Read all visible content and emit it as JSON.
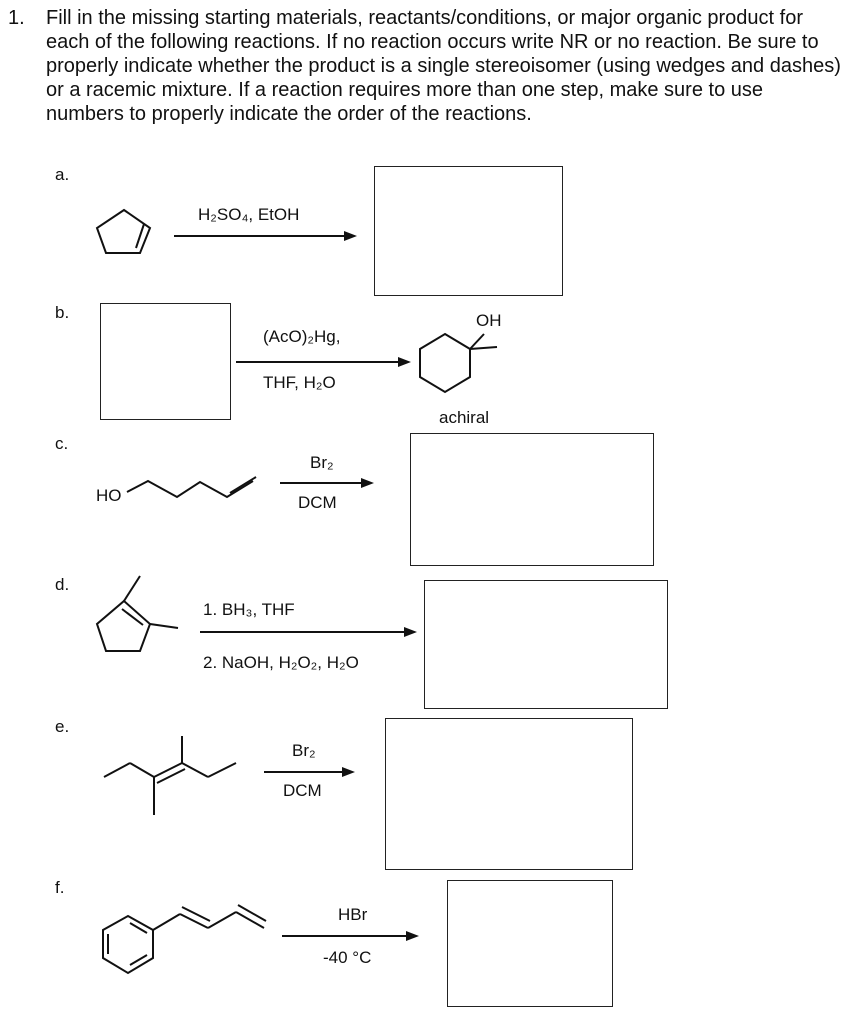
{
  "question": {
    "number": "1.",
    "text": "Fill in the missing starting materials, reactants/conditions, or major organic product for each of the following reactions. If no reaction occurs write NR or no reaction. Be sure to properly indicate whether the product is a single stereoisomer (using wedges and dashes) or a racemic mixture. If a reaction requires more than one step, make sure to use numbers to properly indicate the order of the reactions."
  },
  "parts": {
    "a": {
      "label": "a.",
      "reagent": "H₂SO₄, EtOH"
    },
    "b": {
      "label": "b.",
      "reagent_line1": "(AcO)₂Hg,",
      "reagent_line2": "THF, H₂O",
      "product_group": "OH",
      "product_note": "achiral"
    },
    "c": {
      "label": "c.",
      "reagent_top": "Br₂",
      "reagent_bottom": "DCM",
      "substituent": "HO"
    },
    "d": {
      "label": "d.",
      "step1": "1. BH₃, THF",
      "step2": "2. NaOH, H₂O₂, H₂O"
    },
    "e": {
      "label": "e.",
      "reagent_top": "Br₂",
      "reagent_bottom": "DCM"
    },
    "f": {
      "label": "f.",
      "reagent_top": "HBr",
      "reagent_bottom": "-40 °C"
    }
  }
}
